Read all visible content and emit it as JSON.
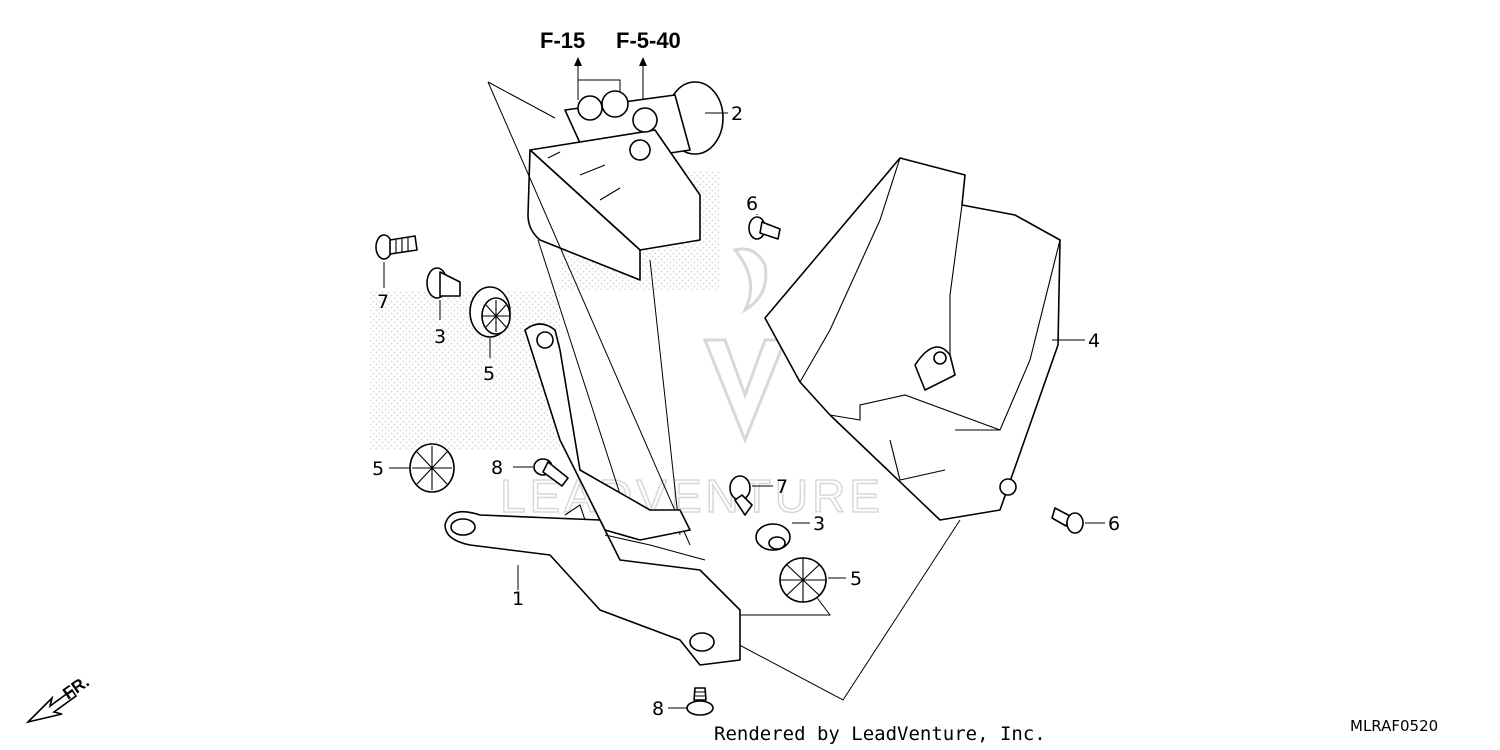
{
  "references": {
    "left": "F-15",
    "right": "F-5-40"
  },
  "callouts": {
    "abs_modulator": "2",
    "bolt_top": "6",
    "bolt_upper_left": "7",
    "collar_upper": "3",
    "grommet_upper": "5",
    "cover": "4",
    "grommet_left": "5",
    "bolt_bracket": "8",
    "bolt_center": "7",
    "collar_lower": "3",
    "grommet_lower": "5",
    "bolt_right": "6",
    "bracket": "1",
    "bolt_bottom": "8"
  },
  "direction_label": "FR.",
  "footer": {
    "credit": "Rendered by LeadVenture, Inc.",
    "diagram_code": "MLRAF0520"
  },
  "watermark": {
    "text": "LEADVENTURE"
  },
  "colors": {
    "ink": "#000000",
    "background": "#ffffff",
    "watermark": "#d8d8d8",
    "stipple": "#bdbdbd"
  }
}
